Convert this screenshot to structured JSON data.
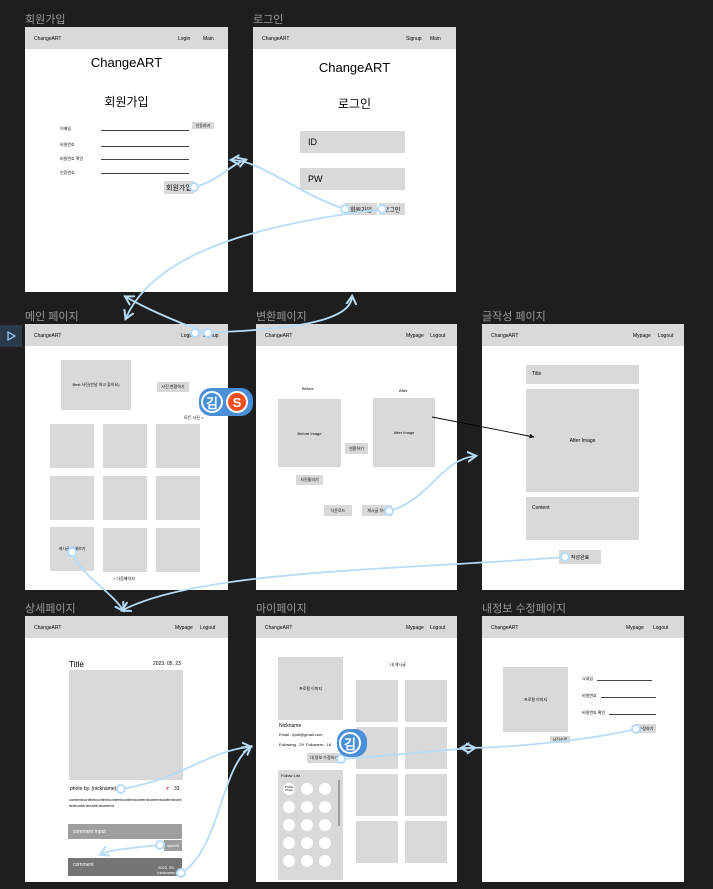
{
  "frames": {
    "signup": {
      "label": "회원가입",
      "brand": "ChangeART",
      "nav": [
        "Login",
        "Main"
      ],
      "logo": "ChangeART",
      "title": "회원가입",
      "fields": [
        "이메일",
        "비밀번호",
        "비밀번호 확인",
        "인증번호"
      ],
      "verify_button": "인증하기",
      "submit_button": "회원가입"
    },
    "login": {
      "label": "로그인",
      "brand": "ChangeART",
      "nav": [
        "Signup",
        "Main"
      ],
      "logo": "ChangeART",
      "title": "로그인",
      "id_placeholder": "ID",
      "pw_placeholder": "PW",
      "signup_button": "회원가입",
      "login_button": "로그인"
    },
    "main": {
      "label": "메인 페이지",
      "brand": "ChangeART",
      "nav": [
        "Login",
        "Signup"
      ],
      "best_image": "Best 사진(만날 하고 좋아요)",
      "convert_button": "사진 변환하기",
      "more_link": "모든 사진 >",
      "detail_link": "게시글 상세보기",
      "next_page": "> 다음페이지"
    },
    "convert": {
      "label": "변환페이지",
      "brand": "ChangeART",
      "nav": [
        "Mypage",
        "Logout"
      ],
      "before_label": "Before",
      "after_label": "After",
      "before_image": "Before Image",
      "after_image": "After Image",
      "convert_button": "변환하기",
      "upload_button": "사진올리기",
      "download_button": "다운로드",
      "post_button": "게시글 작성"
    },
    "write": {
      "label": "글작성 페이지",
      "brand": "ChangeART",
      "nav": [
        "Mypage",
        "Logout"
      ],
      "title_field": "Title",
      "after_image": "After Image",
      "content_field": "Content",
      "complete_button": "작성완료"
    },
    "detail": {
      "label": "상세페이지",
      "brand": "ChangeART",
      "nav": [
        "Mypage",
        "Logout"
      ],
      "title": "Title",
      "date": "2023. 05. 23",
      "photo_by": "photo by. (nickname)",
      "likes": "33",
      "content": "contentcontentcontentcontentcontentcontentcontentcontentcontentcontentcontentcontent",
      "comment_input": "comment input",
      "submit_button": "submit",
      "comment": "comment",
      "comment_date": "2023. 05.",
      "comment_nick": "(nickname)"
    },
    "mypage": {
      "label": "마이페이지",
      "brand": "ChangeART",
      "nav": [
        "Mypage",
        "Logout"
      ],
      "profile_image": "프로필 이미지",
      "my_posts": "내 게시글",
      "nickname": "Nickname",
      "email": "Email : tpott@gmail.com",
      "following": "Following : 29",
      "followers": "Followers : 18",
      "edit_button": "내 정보 수정하기",
      "follow_list": "Follow List",
      "follow_first": "Profile Photo"
    },
    "editprofile": {
      "label": "내정보 수정페이지",
      "brand": "ChangeART",
      "nav": [
        "Mypage",
        "Logout"
      ],
      "profile_image": "프로필 이미지",
      "fields": [
        "닉네임",
        "비밀번호",
        "비밀번호 확인"
      ],
      "edit_button": "수정하기",
      "upload_button": "사진수정"
    }
  },
  "cursors": [
    {
      "letter": "김",
      "letter_color": "#4a90d9",
      "second_letter": "S",
      "second_color": "#f24e1e"
    },
    {
      "letter": "김",
      "letter_color": "#4a90d9"
    }
  ],
  "colors": {
    "canvas": "#1e1e1e",
    "frame": "#ffffff",
    "placeholder": "#d9d9d9",
    "connector": "#b7dcf7",
    "label": "#9a9a9a"
  }
}
